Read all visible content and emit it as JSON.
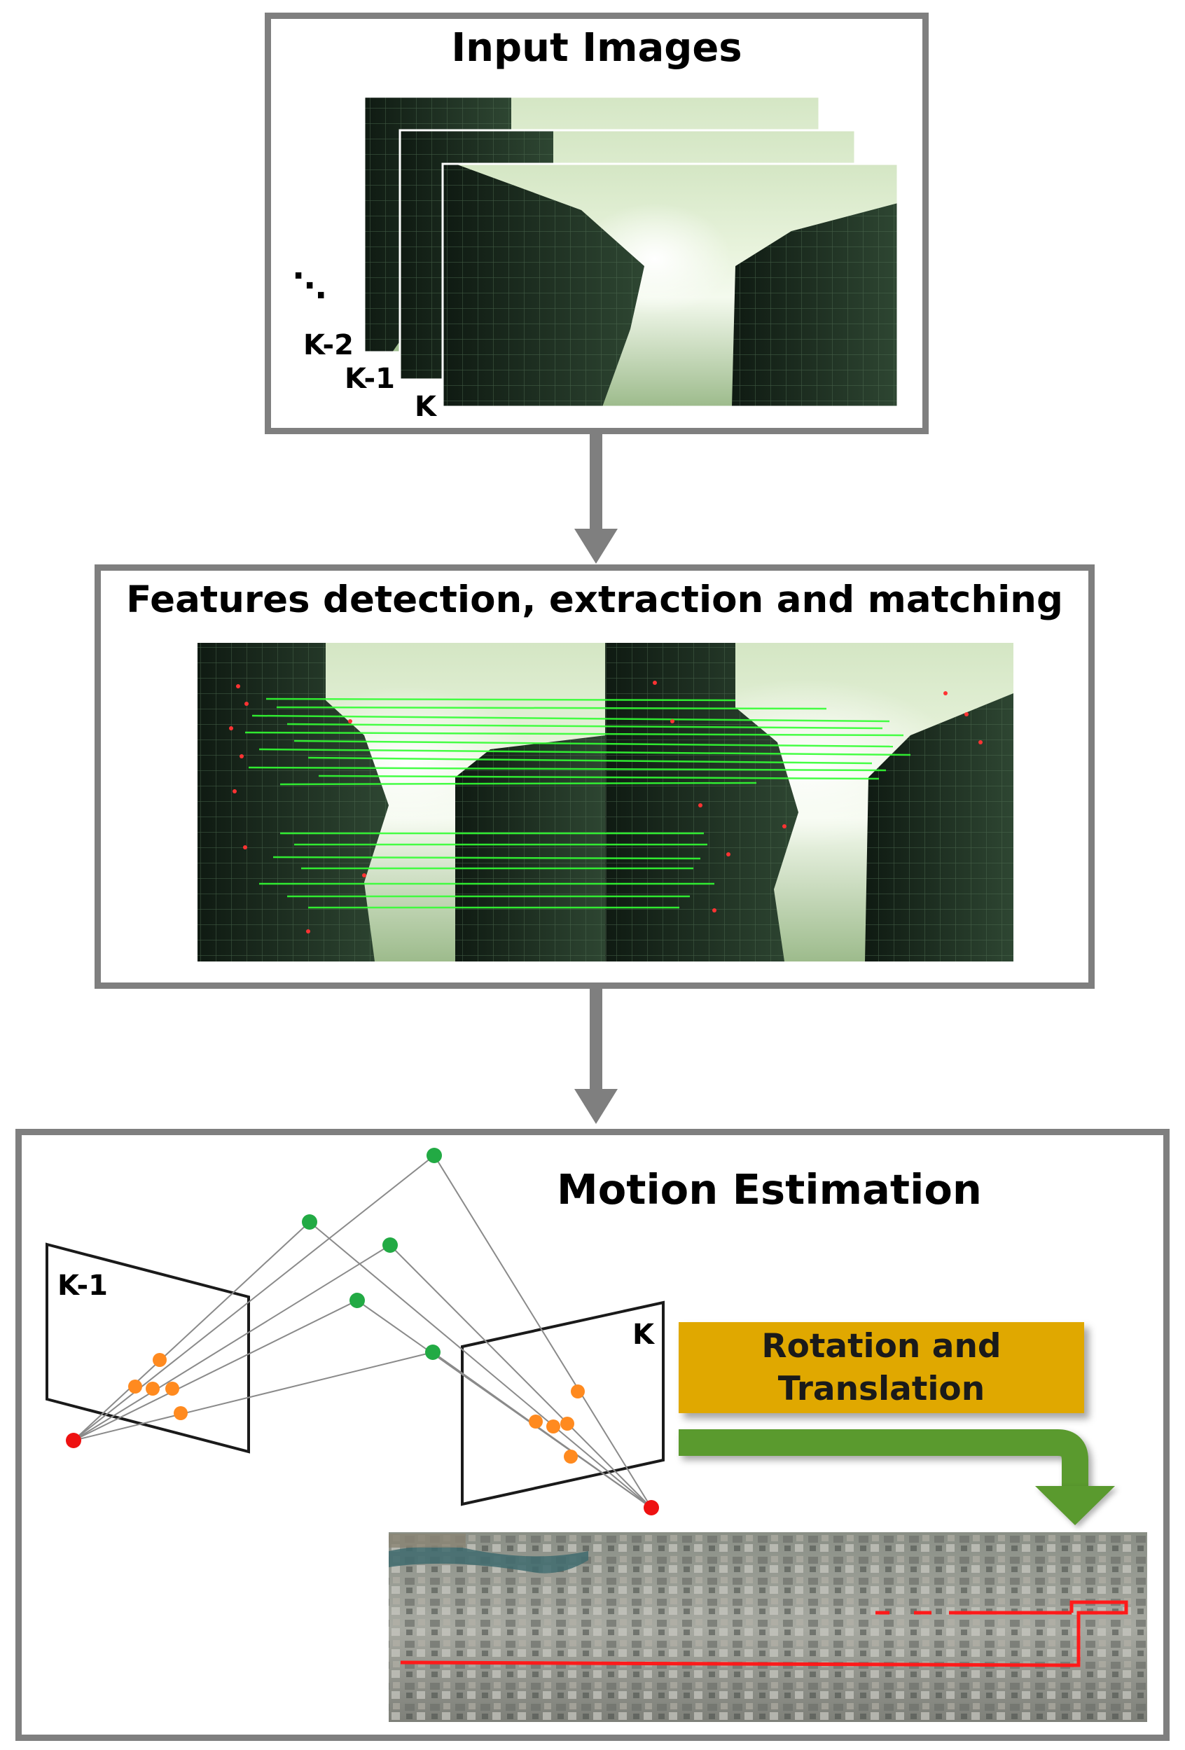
{
  "stages": {
    "input_images": {
      "title": "Input Images",
      "ellipsis": "⋱",
      "frame_labels": [
        "K-2",
        "K-1",
        "K"
      ]
    },
    "features": {
      "title": "Features detection, extraction and matching"
    },
    "motion": {
      "title": "Motion Estimation",
      "camera_labels": [
        "K-1",
        "K"
      ],
      "rotation_translation": [
        "Rotation and",
        "Translation"
      ]
    }
  },
  "colors": {
    "box_border": "#7f7f7f",
    "flow_arrow": "#7f7f7f",
    "feature_match": "#33ff33",
    "keypoint_orange": "#ff8a1f",
    "keypoint_green": "#22aa44",
    "camera_center": "#ee1111",
    "rt_box": "#e0a800",
    "green_arrow": "#5a9a2e",
    "trajectory": "#ff1a1a"
  }
}
